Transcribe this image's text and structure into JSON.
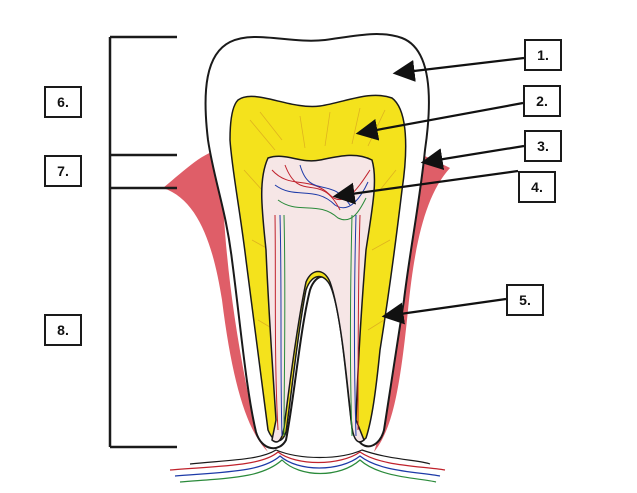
{
  "labels": {
    "l1": "1.",
    "l2": "2.",
    "l3": "3.",
    "l4": "4.",
    "l5": "5.",
    "l6": "6.",
    "l7": "7.",
    "l8": "8."
  },
  "colors": {
    "enamel": "#ffffff",
    "dentin": "#f4e21c",
    "gum": "#d9424e",
    "pulp": "#f6e6e6",
    "outline": "#1a1a1a",
    "nerve_red": "#c0222c",
    "nerve_blue": "#1d3aa8",
    "nerve_green": "#2a8a3a"
  }
}
